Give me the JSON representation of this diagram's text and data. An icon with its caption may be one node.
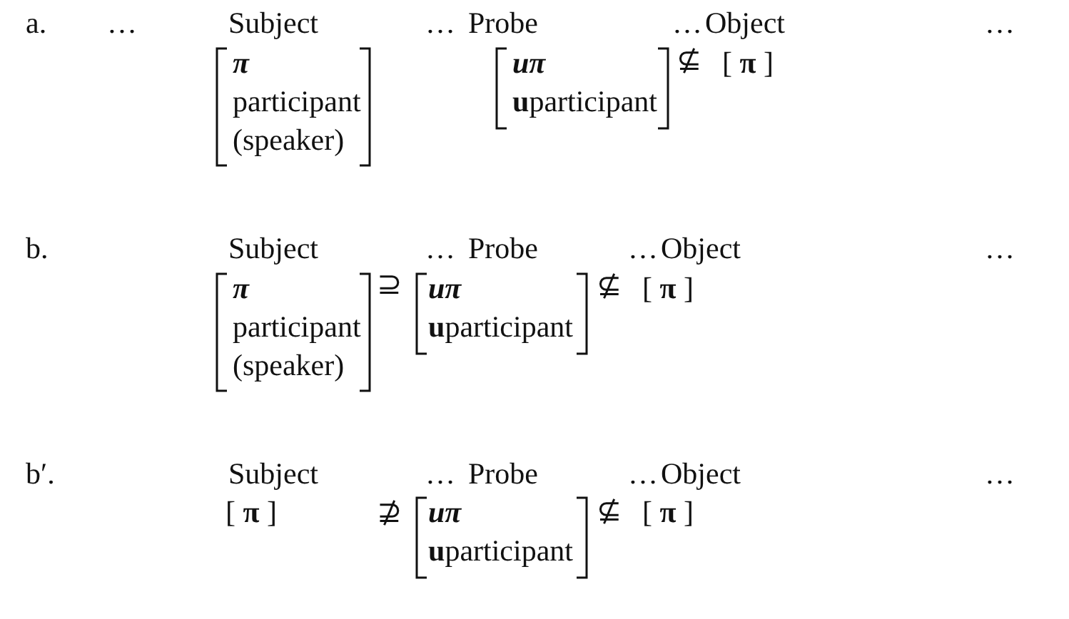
{
  "diagram": {
    "labels": [
      "a.",
      "…",
      "Subject",
      "…",
      "Probe",
      "…",
      "Object",
      "…",
      "π",
      "uπ",
      "⊈",
      "[ **π** ]",
      "participant",
      "**u**participant",
      "(speaker)",
      "b.",
      "Subject",
      "…",
      "Probe",
      "…",
      "Object",
      "…",
      "π",
      "⊇",
      "uπ",
      "⊈",
      "[ **π** ]",
      "participant",
      "**u**participant",
      "(speaker)",
      "b′.",
      "Subject",
      "…",
      "Probe",
      "…",
      "Object",
      "…",
      "[ **π** ]",
      "⊉",
      "uπ",
      "⊈",
      "[ **π** ]",
      "**u**participant"
    ]
  }
}
